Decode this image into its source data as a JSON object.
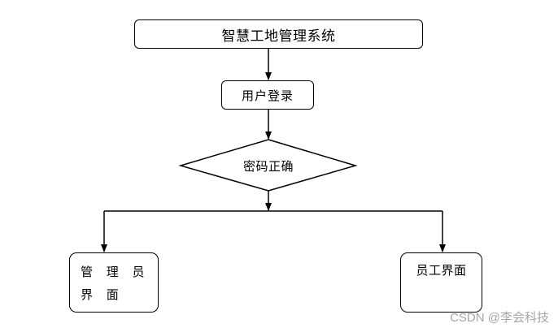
{
  "nodes": {
    "title": "智慧工地管理系统",
    "login": "用户登录",
    "decision": "密码正确",
    "admin": "管 理 员 界 面",
    "staff": "员工界面"
  },
  "watermark": "CSDN @李会科技",
  "colors": {
    "stroke": "#000000",
    "background": "#ffffff",
    "watermark": "#a6a6a6"
  }
}
